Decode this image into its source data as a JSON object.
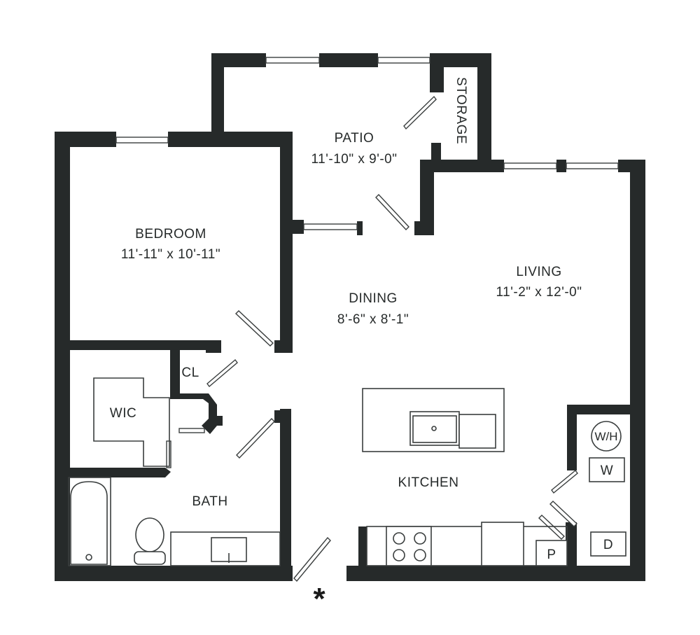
{
  "rooms": {
    "patio": {
      "name": "PATIO",
      "dims": "11'-10\" x 9'-0\""
    },
    "storage": {
      "name": "STORAGE"
    },
    "bedroom": {
      "name": "BEDROOM",
      "dims": "11'-11\" x 10'-11\""
    },
    "dining": {
      "name": "DINING",
      "dims": "8'-6\" x 8'-1\""
    },
    "living": {
      "name": "LIVING",
      "dims": "11'-2\" x 12'-0\""
    },
    "closet": {
      "name": "CL"
    },
    "wic": {
      "name": "WIC"
    },
    "bath": {
      "name": "BATH"
    },
    "kitchen": {
      "name": "KITCHEN"
    }
  },
  "fixtures": {
    "water_heater": "W/H",
    "washer": "W",
    "dryer": "D",
    "pantry": "P"
  },
  "entry_marker": "*",
  "colors": {
    "wall": "#262a2a",
    "background": "#ffffff"
  }
}
